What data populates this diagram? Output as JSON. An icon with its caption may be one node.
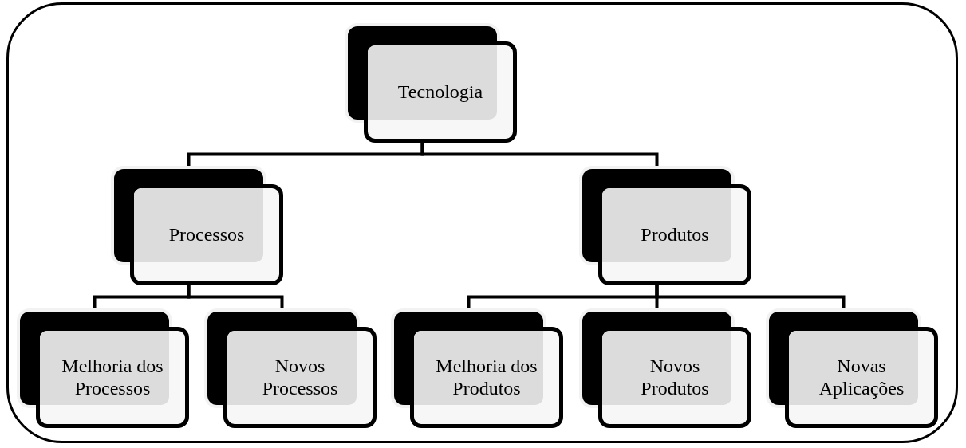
{
  "diagram": {
    "nodes": [
      {
        "text": [
          "Tecnologia"
        ]
      },
      {
        "text": [
          "Processos"
        ]
      },
      {
        "text": [
          "Produtos"
        ]
      },
      {
        "text": [
          "Melhoria dos Processos"
        ]
      },
      {
        "text": [
          "Novos Processos"
        ]
      },
      {
        "text": [
          "Melhoria dos Produtos"
        ]
      },
      {
        "text": [
          "Novos Produtos"
        ]
      },
      {
        "text": [
          "Novas Aplicações"
        ]
      }
    ],
    "edges": [
      {
        "from": 0,
        "to": 1,
        "arrow": "none"
      },
      {
        "from": 0,
        "to": 2,
        "arrow": "none"
      },
      {
        "from": 1,
        "to": 3,
        "arrow": "none"
      },
      {
        "from": 1,
        "to": 4,
        "arrow": "none"
      },
      {
        "from": 2,
        "to": 5,
        "arrow": "none"
      },
      {
        "from": 2,
        "to": 6,
        "arrow": "none"
      },
      {
        "from": 2,
        "to": 7,
        "arrow": "none"
      }
    ]
  }
}
